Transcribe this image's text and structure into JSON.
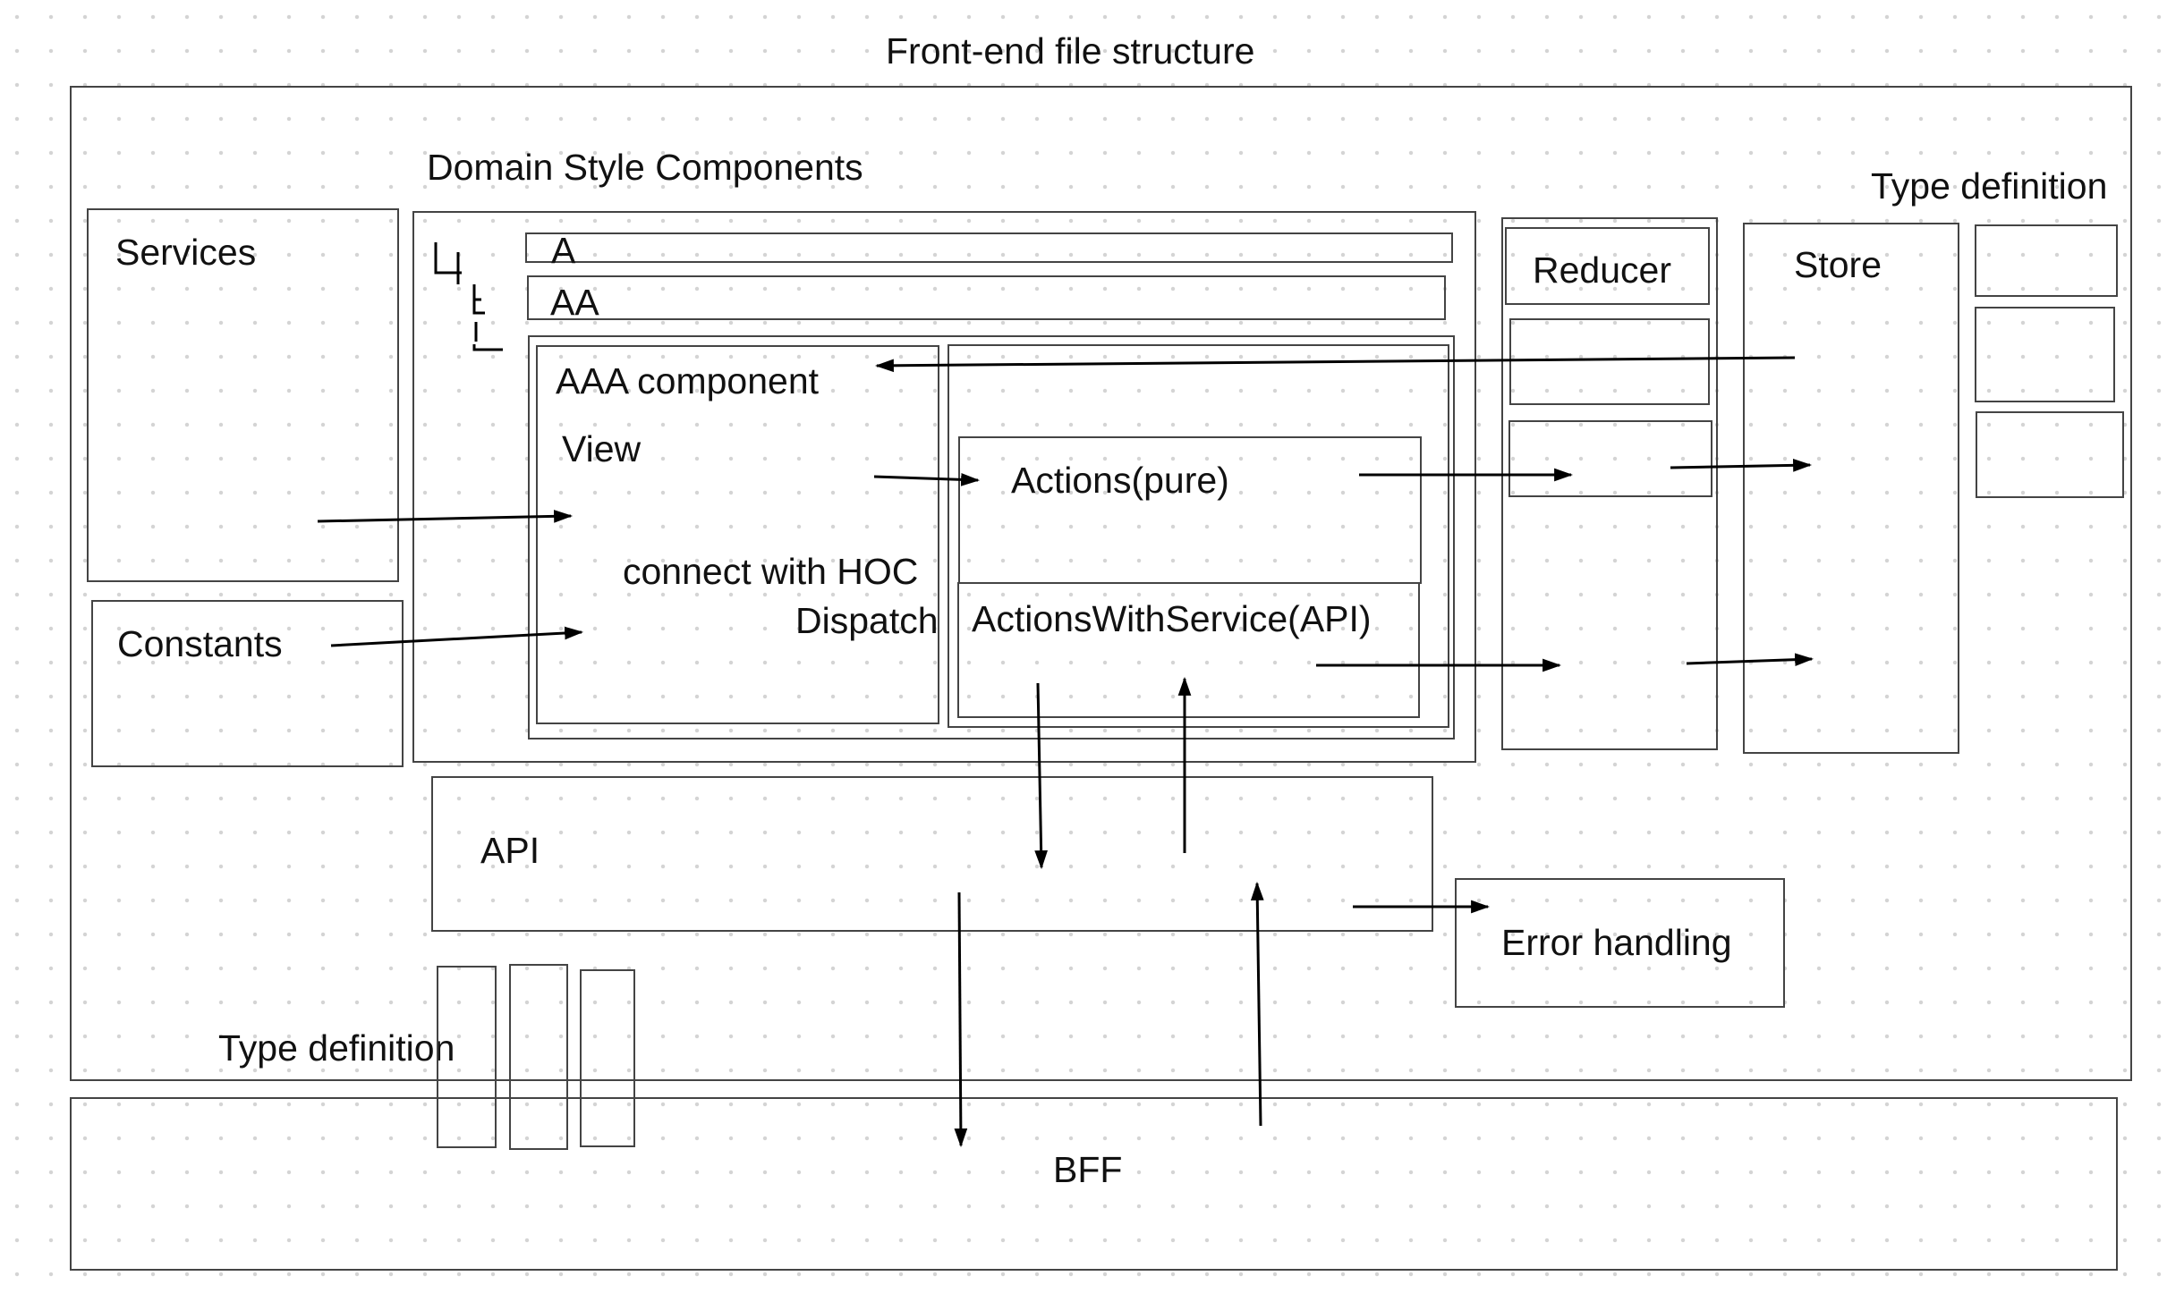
{
  "title": "Front-end file structure",
  "labels": {
    "domain_style_components": "Domain Style Components",
    "type_definition_right": "Type definition",
    "services": "Services",
    "constants": "Constants",
    "component_a": "A",
    "component_aa": "AA",
    "aaa_component": "AAA component",
    "view": "View",
    "connect_with_hoc": "connect with HOC",
    "dispatch": "Dispatch",
    "actions_pure": "Actions(pure)",
    "actions_with_service": "ActionsWithService(API)",
    "reducer": "Reducer",
    "store": "Store",
    "api": "API",
    "error_handling": "Error handling",
    "type_definition_bottom": "Type definition",
    "bff": "BFF"
  }
}
